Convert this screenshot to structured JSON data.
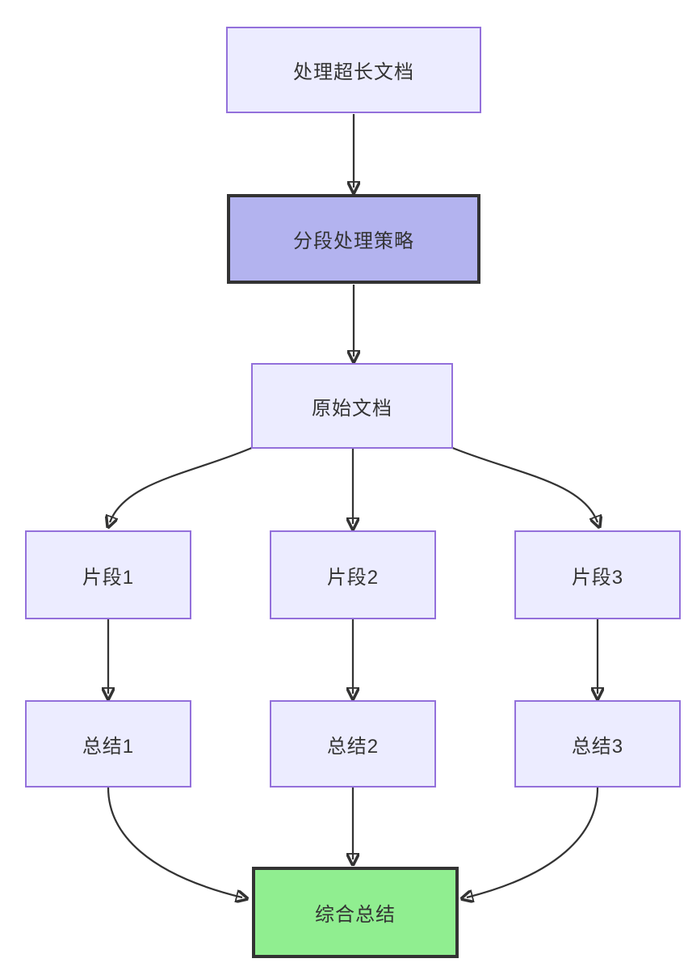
{
  "diagram": {
    "type": "flowchart",
    "direction": "top-down",
    "background": "#ffffff",
    "colors": {
      "node_fill": "#ECECFF",
      "node_border": "#9370DB",
      "highlight_fill": "#B3B3EF",
      "highlight_border": "#333333",
      "result_fill": "#90EE90",
      "result_border": "#333333",
      "edge": "#333333",
      "text": "#333333"
    },
    "nodes": [
      {
        "id": "title",
        "label": "处理超长文档",
        "style": "default"
      },
      {
        "id": "strategy",
        "label": "分段处理策略",
        "style": "highlight"
      },
      {
        "id": "doc",
        "label": "原始文档",
        "style": "default"
      },
      {
        "id": "chunk1",
        "label": "片段1",
        "style": "default"
      },
      {
        "id": "chunk2",
        "label": "片段2",
        "style": "default"
      },
      {
        "id": "chunk3",
        "label": "片段3",
        "style": "default"
      },
      {
        "id": "summary1",
        "label": "总结1",
        "style": "default"
      },
      {
        "id": "summary2",
        "label": "总结2",
        "style": "default"
      },
      {
        "id": "summary3",
        "label": "总结3",
        "style": "default"
      },
      {
        "id": "final",
        "label": "综合总结",
        "style": "result"
      }
    ],
    "edges": [
      {
        "from": "title",
        "to": "strategy"
      },
      {
        "from": "strategy",
        "to": "doc"
      },
      {
        "from": "doc",
        "to": "chunk1"
      },
      {
        "from": "doc",
        "to": "chunk2"
      },
      {
        "from": "doc",
        "to": "chunk3"
      },
      {
        "from": "chunk1",
        "to": "summary1"
      },
      {
        "from": "chunk2",
        "to": "summary2"
      },
      {
        "from": "chunk3",
        "to": "summary3"
      },
      {
        "from": "summary1",
        "to": "final"
      },
      {
        "from": "summary2",
        "to": "final"
      },
      {
        "from": "summary3",
        "to": "final"
      }
    ]
  }
}
